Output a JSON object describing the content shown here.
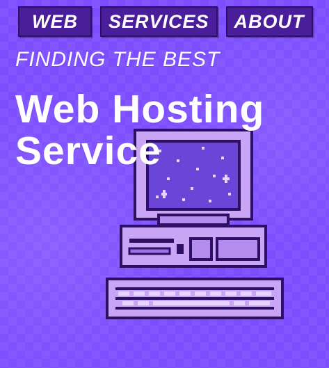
{
  "nav": {
    "items": [
      {
        "label": "WEB"
      },
      {
        "label": "SERVICES"
      },
      {
        "label": "ABOUT"
      }
    ]
  },
  "hero": {
    "subheading": "FINDING THE BEST",
    "headline_line1": "Web Hosting",
    "headline_line2": "Service"
  },
  "colors": {
    "background": "#7c4dff",
    "nav_bg": "#4a1d9a",
    "text": "#ffffff",
    "screen": "#6b45d8",
    "computer_body": "#c9a6f5",
    "outline": "#2d0f63"
  },
  "illustration": {
    "icon": "pixel-computer-icon"
  }
}
